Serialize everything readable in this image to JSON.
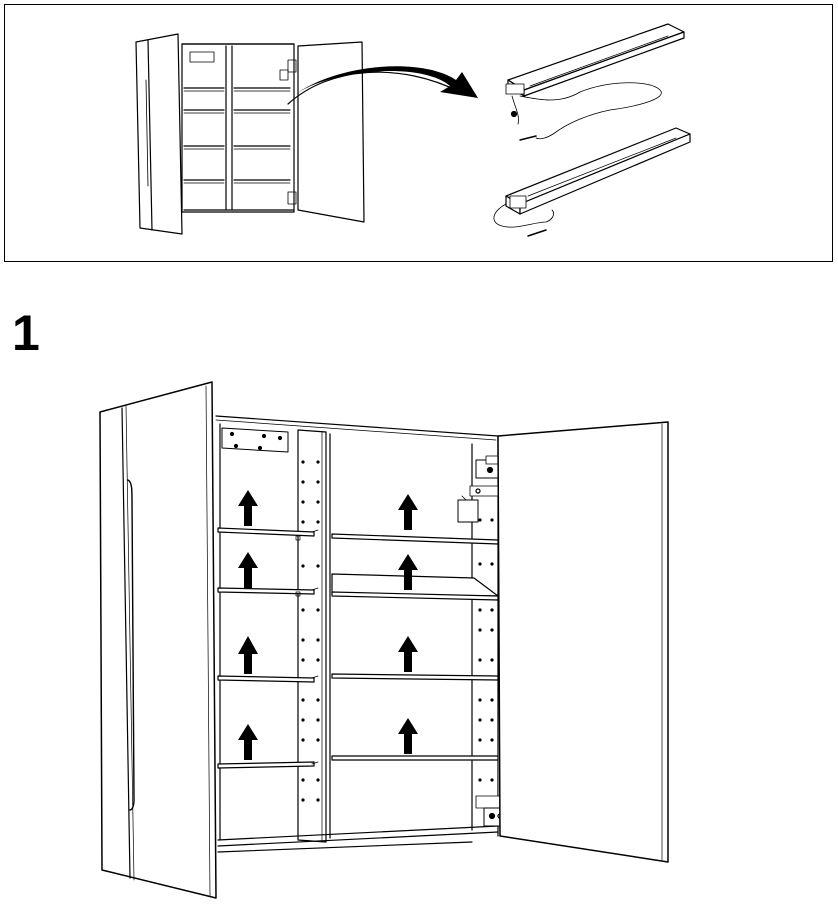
{
  "step": {
    "number": "1"
  },
  "colors": {
    "line": "#000000",
    "fill": "#ffffff",
    "arrow": "#000000",
    "shade": "#e8e8e8"
  },
  "illustration": {
    "overview": "cabinet-with-open-door-to-led-light-strips",
    "step_action": "lift-shelves-up",
    "shelf_arrows": 8
  }
}
